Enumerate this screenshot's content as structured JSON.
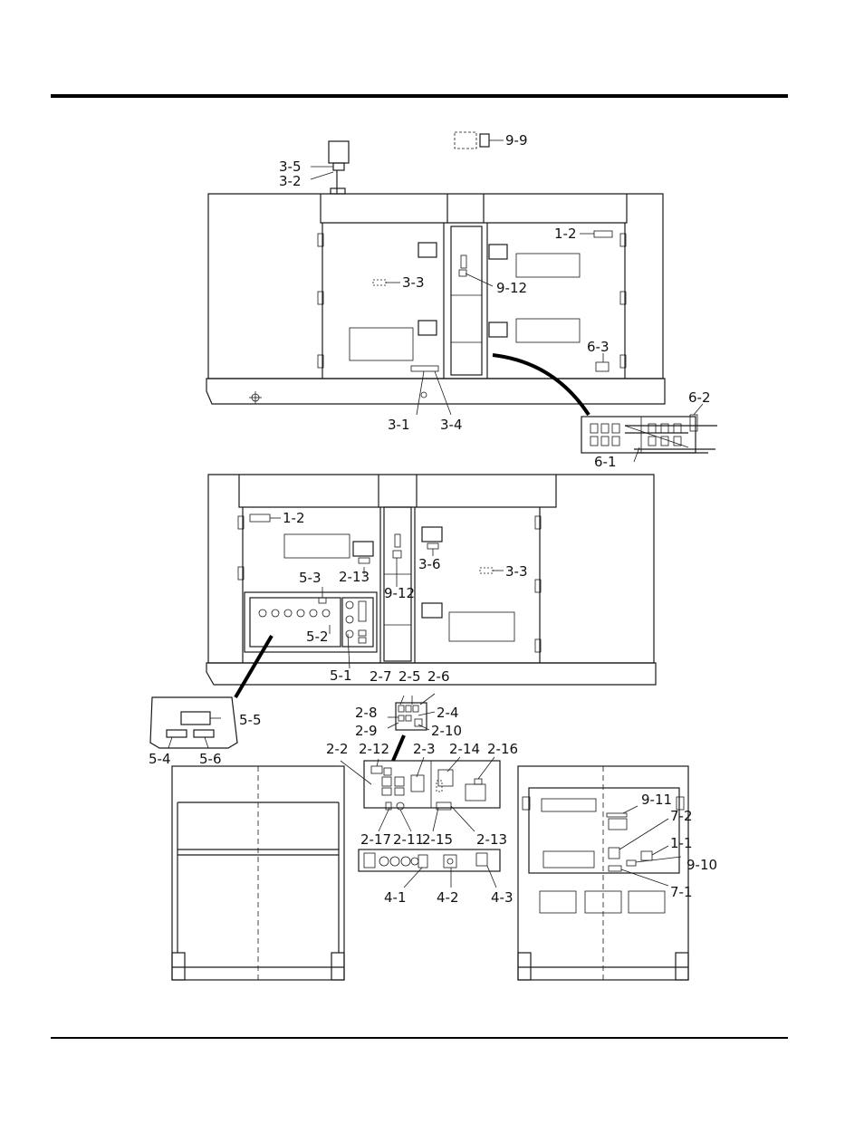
{
  "labels": {
    "l_9_9": "9-9",
    "l_3_5": "3-5",
    "l_3_2": "3-2",
    "l_1_2a": "1-2",
    "l_3_3a": "3-3",
    "l_9_12a": "9-12",
    "l_6_3": "6-3",
    "l_3_1": "3-1",
    "l_3_4": "3-4",
    "l_6_2": "6-2",
    "l_6_1": "6-1",
    "l_1_2b": "1-2",
    "l_2_13a": "2-13",
    "l_3_6": "3-6",
    "l_3_3b": "3-3",
    "l_5_3": "5-3",
    "l_9_12b": "9-12",
    "l_5_2": "5-2",
    "l_5_1": "5-1",
    "l_2_7": "2-7",
    "l_2_5": "2-5",
    "l_2_6": "2-6",
    "l_2_8": "2-8",
    "l_2_4": "2-4",
    "l_2_9": "2-9",
    "l_2_10": "2-10",
    "l_5_5": "5-5",
    "l_5_4": "5-4",
    "l_5_6": "5-6",
    "l_2_2": "2-2",
    "l_2_12": "2-12",
    "l_2_3": "2-3",
    "l_2_14": "2-14",
    "l_2_16": "2-16",
    "l_2_17": "2-17",
    "l_2_11": "2-11",
    "l_2_15": "2-15",
    "l_2_13b": "2-13",
    "l_4_1": "4-1",
    "l_4_2": "4-2",
    "l_4_3": "4-3",
    "l_9_11": "9-11",
    "l_7_2": "7-2",
    "l_1_1": "1-1",
    "l_9_10": "9-10",
    "l_7_1": "7-1"
  }
}
